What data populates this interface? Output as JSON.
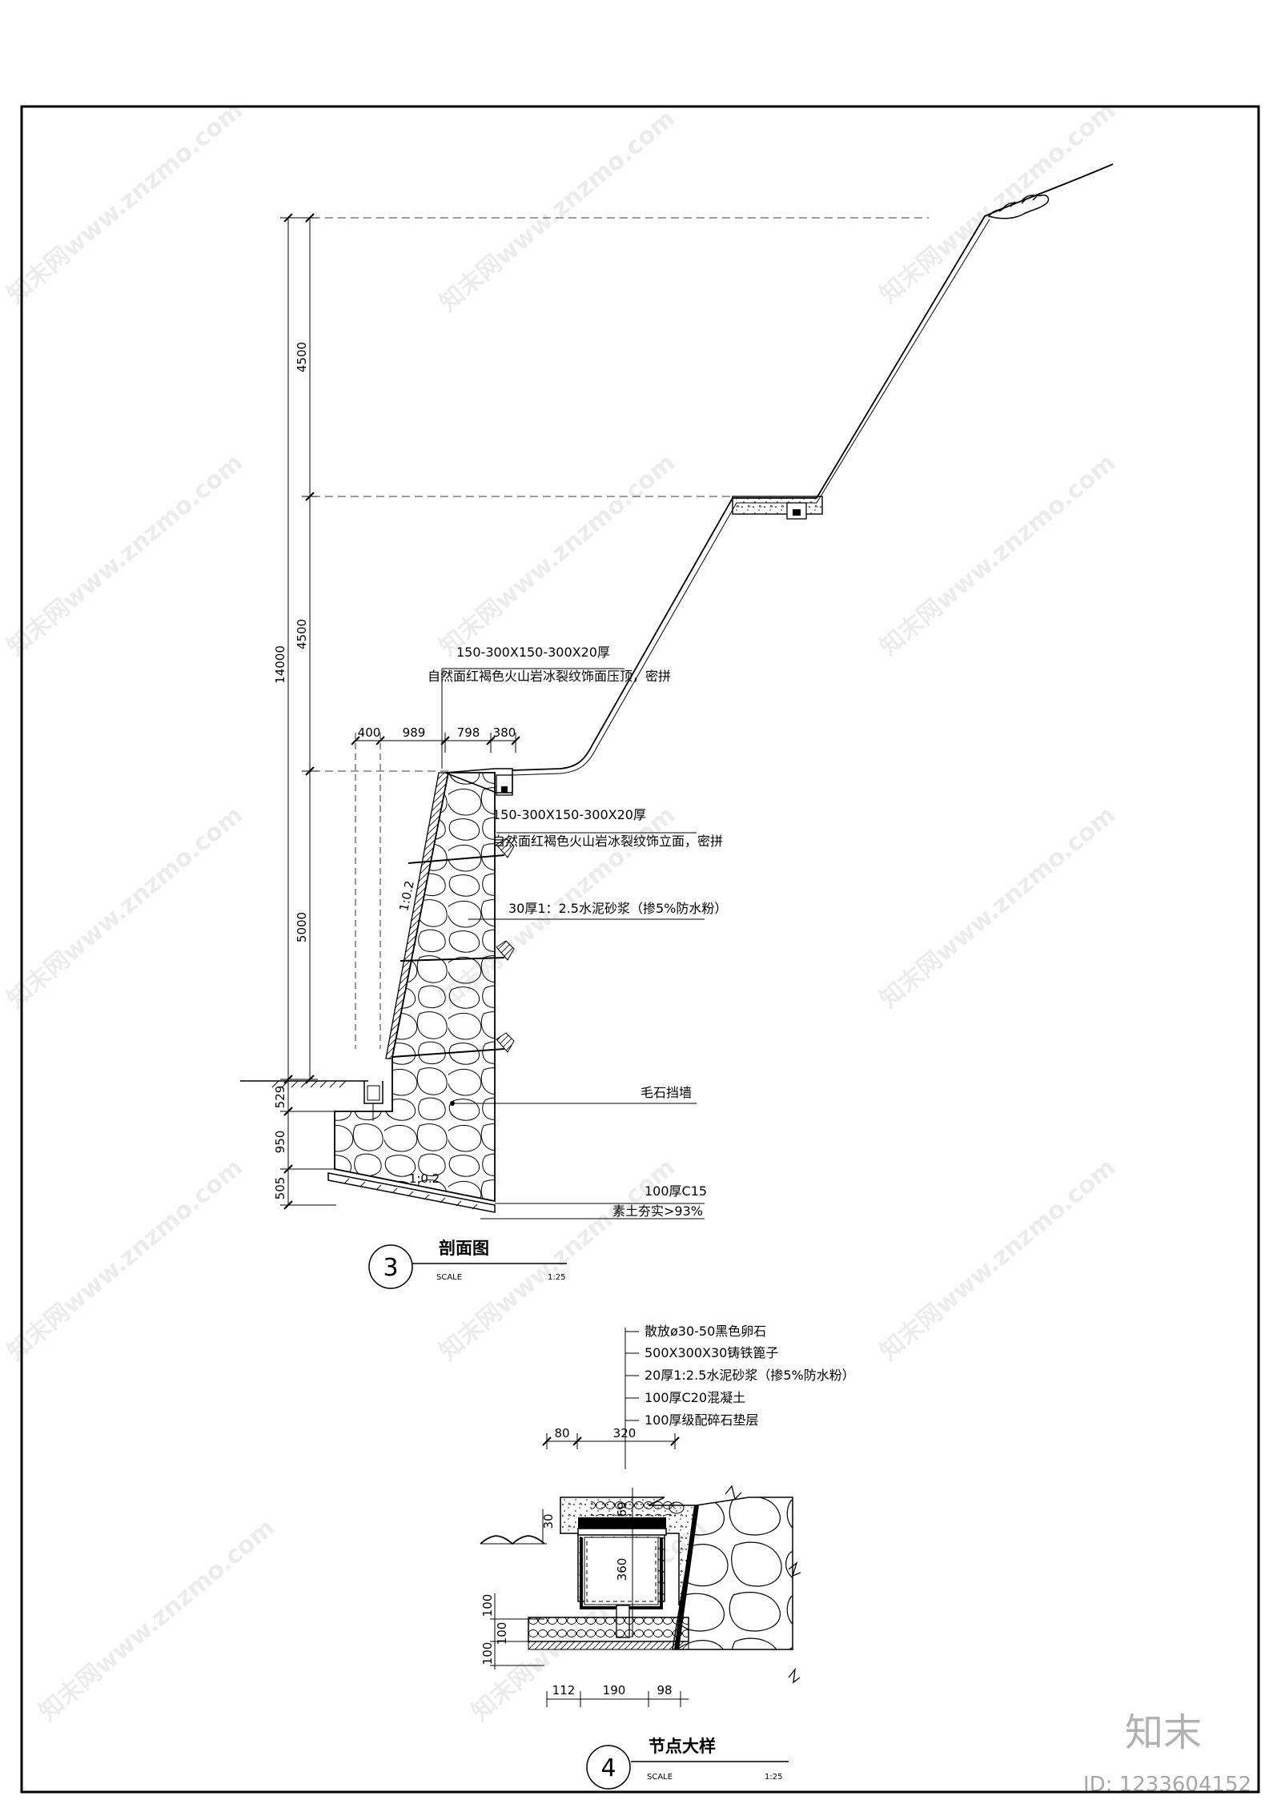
{
  "section3": {
    "overall_height": "14000",
    "upper_height": "4500",
    "middle_height": "4500",
    "wall_height": "5000",
    "base_dims": [
      "529",
      "950",
      "505"
    ],
    "top_dims": [
      "400",
      "989",
      "798",
      "380"
    ],
    "slope_wall": "1:0.2",
    "slope_base": "1:0.2",
    "note_cap_size": "150-300X150-300X20厚",
    "note_cap_desc": "自然面红褐色火山岩冰裂纹饰面压顶，密拼",
    "note_face_size": "150-300X150-300X20厚",
    "note_face_desc": "自然面红褐色火山岩冰裂纹饰立面，密拼",
    "note_mortar": "30厚1：2.5水泥砂浆（掺5%防水粉）",
    "note_wall": "毛石挡墙",
    "note_c15": "100厚C15",
    "note_soil": "素土夯实>93%",
    "title_num": "3",
    "title": "剖面图",
    "scale_label": "SCALE",
    "scale": "1:25"
  },
  "detail4": {
    "notes": [
      "散放ø30-50黑色卵石",
      "500X300X30铸铁篦子",
      "20厚1:2.5水泥砂浆（掺5%防水粉）",
      "100厚C20混凝土",
      "100厚级配碎石垫层"
    ],
    "top_dims": [
      "80",
      "320"
    ],
    "dim_30": "30",
    "dim_69": "69",
    "dim_360": "360",
    "left_dims": [
      "100",
      "100",
      "100"
    ],
    "bottom_dims": [
      "112",
      "190",
      "98"
    ],
    "title_num": "4",
    "title": "节点大样",
    "scale_label": "SCALE",
    "scale": "1:25"
  },
  "watermark": {
    "site": "知末网www.znzmo.com",
    "brand": "知末",
    "id": "ID: 1233604152"
  }
}
